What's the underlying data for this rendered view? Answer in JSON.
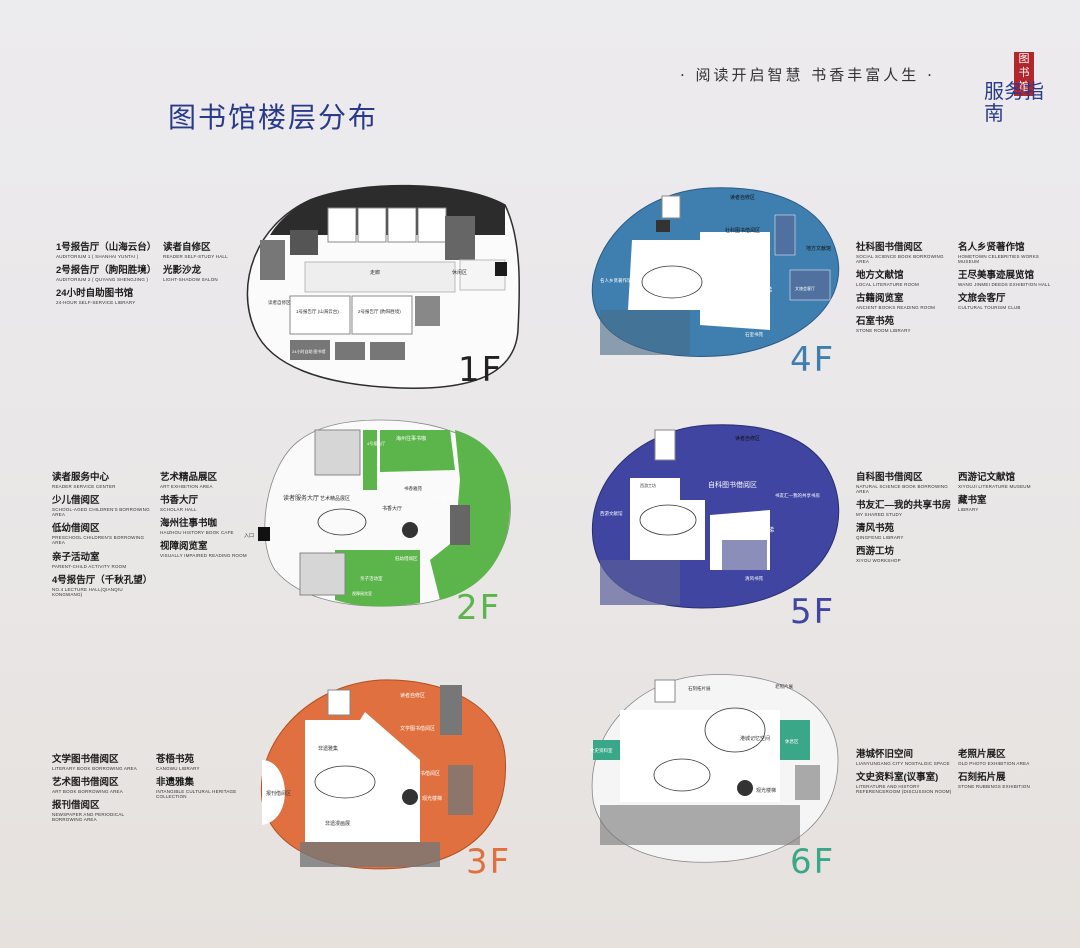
{
  "title": "图书馆楼层分布",
  "slogan": "· 阅读开启智慧  书香丰富人生 ·",
  "seal_text": "图书馆",
  "calligraphy_text": "服务指南",
  "colors": {
    "floor1": "#2c2c2c",
    "floor2": "#5cb54a",
    "floor3": "#e0703f",
    "floor4": "#3e7fb0",
    "floor5": "#3f45a0",
    "floor6": "#3aa788",
    "title": "#2a3a8a"
  },
  "floors": {
    "f1": {
      "label": "1F",
      "map_labels": [
        "走廊",
        "休闲区",
        "1号报告厅\n(山海云台)",
        "2号报告厅\n(朐阳胜境)",
        "读者自修区",
        "24小时自助\n图书馆"
      ],
      "legend": [
        [
          {
            "cn": "1号报告厅（山海云台）",
            "en": "AUDITORIUM 1 ( SHANHAI YUNTAI )"
          },
          {
            "cn": "2号报告厅（朐阳胜境）",
            "en": "AUDITORIUM 2 ( QUYANG SHENGJING )"
          },
          {
            "cn": "24小时自助图书馆",
            "en": "24-HOUR SELF-SERVICE LIBRARY"
          }
        ],
        [
          {
            "cn": "读者自修区",
            "en": "READER SELF-STUDY HALL"
          },
          {
            "cn": "光影沙龙",
            "en": "LIGHT-SHADOW SALON"
          }
        ]
      ]
    },
    "f2": {
      "label": "2F",
      "map_labels": [
        "海州往事书咖",
        "读者服务大厅",
        "艺术精品展区",
        "书香大厅",
        "书香雅苑",
        "少儿借阅区",
        "亲子活动室",
        "低幼借阅区",
        "视障阅览室",
        "入口",
        "4号报告厅"
      ],
      "legend": [
        [
          {
            "cn": "读者服务中心",
            "en": "READER SERVICE CENTER"
          },
          {
            "cn": "少儿借阅区",
            "en": "SCHOOL-AGED CHILDREN'S BORROWING AREA"
          },
          {
            "cn": "低幼借阅区",
            "en": "PRESCHOOL CHILDREN'S BORROWING AREA"
          },
          {
            "cn": "亲子活动室",
            "en": "PARENT-CHILD ACTIVITY ROOM"
          },
          {
            "cn": "4号报告厅（千秋孔望）",
            "en": "NO.4 LECTURE HALL(QIANQIU KONGWANG)"
          }
        ],
        [
          {
            "cn": "艺术精品展区",
            "en": "ART EXHIBITION AREA"
          },
          {
            "cn": "书香大厅",
            "en": "SCHOLAR HALL"
          },
          {
            "cn": "海州往事书咖",
            "en": "HAIZHOU HISTORY BOOK CAFE"
          },
          {
            "cn": "视障阅览室",
            "en": "VISUALLY IMPAIRED READING ROOM"
          }
        ]
      ]
    },
    "f3": {
      "label": "3F",
      "map_labels": [
        "读者自修区",
        "文学图书借阅区",
        "非遗雅集",
        "艺术图书借阅区",
        "报刊借阅区",
        "非遗漫画展",
        "观光楼梯"
      ],
      "legend": [
        [
          {
            "cn": "文学图书借阅区",
            "en": "LITERARY BOOK BORROWING AREA"
          },
          {
            "cn": "艺术图书借阅区",
            "en": "ART BOOK BORROWING AREA"
          },
          {
            "cn": "报刊借阅区",
            "en": "NEWSPAPER AND PERIODICAL BORROWING AREA"
          }
        ],
        [
          {
            "cn": "苍梧书苑",
            "en": "CANGWU LIBRARY"
          },
          {
            "cn": "非遗雅集",
            "en": "INTANGIBLE CULTURAL HERITAGE COLLECTION"
          }
        ]
      ]
    },
    "f4": {
      "label": "4F",
      "map_labels": [
        "读者自修区",
        "社科图书借阅区",
        "地方文献馆",
        "名人乡贤著作馆",
        "观光楼梯",
        "文旅会客厅",
        "石室书苑"
      ],
      "legend": [
        [
          {
            "cn": "社科图书借阅区",
            "en": "SOCIAL SCIENCE BOOK BORROWING AREA"
          },
          {
            "cn": "地方文献馆",
            "en": "LOCAL LITERATURE ROOM"
          },
          {
            "cn": "古籍阅览室",
            "en": "ANCIENT BOOKS READING ROOM"
          },
          {
            "cn": "石室书苑",
            "en": "STONE ROOM LIBRARY"
          }
        ],
        [
          {
            "cn": "名人乡贤著作馆",
            "en": "HOMETOWN CELEBRITIES WORKS MUSEUM"
          },
          {
            "cn": "王尽美事迹展览馆",
            "en": "WANG JINMEI DEEDS EXHIBITION HALL"
          },
          {
            "cn": "文旅会客厅",
            "en": "CULTURAL TOURISM CLUB"
          }
        ]
      ]
    },
    "f5": {
      "label": "5F",
      "map_labels": [
        "读者自修区",
        "自科图书借阅区",
        "西游文献馆",
        "书友汇—我的共享书房",
        "清风书苑",
        "观光楼梯",
        "西游工坊"
      ],
      "legend": [
        [
          {
            "cn": "自科图书借阅区",
            "en": "NATURAL SCIENCE BOOK BORROWING AREA"
          },
          {
            "cn": "书友汇—我的共享书房",
            "en": "MY SHARED STUDY"
          },
          {
            "cn": "清风书苑",
            "en": "QINGFENG LIBRARY"
          },
          {
            "cn": "西游工坊",
            "en": "XIYOU WORKSHOP"
          }
        ],
        [
          {
            "cn": "西游记文献馆",
            "en": "XIYOUJI LITERATURE MUSEUM"
          },
          {
            "cn": "藏书室",
            "en": "LIBRARY"
          }
        ]
      ]
    },
    "f6": {
      "label": "6F",
      "map_labels": [
        "石刻拓片展",
        "老照片展",
        "港城记忆空间",
        "文史资料室",
        "休息区",
        "观光楼梯"
      ],
      "legend": [
        [
          {
            "cn": "港城怀旧空间",
            "en": "LIANYUNGANG CITY NOSTALGIC SPACE"
          },
          {
            "cn": "文史资料室(议事室)",
            "en": "LITERATURE AND HISTORY REFERENCEROOM (DISCUSSION ROOM)"
          }
        ],
        [
          {
            "cn": "老照片展区",
            "en": "OLD PHOTO EXHIBITION AREA"
          },
          {
            "cn": "石刻拓片展",
            "en": "STONE RUBBINGS EXHIBITION"
          }
        ]
      ]
    }
  }
}
